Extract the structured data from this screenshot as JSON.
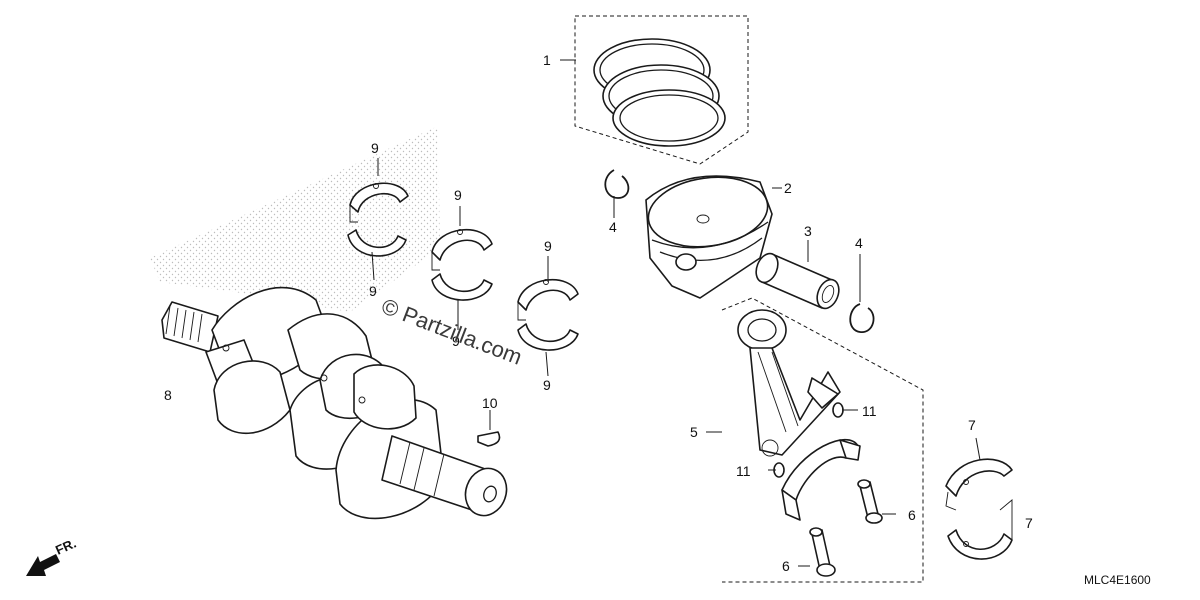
{
  "diagram": {
    "code": "MLC4E1600",
    "watermark": "© Partzilla.com",
    "direction_label": "FR.",
    "callouts": [
      {
        "id": "c1",
        "text": "1"
      },
      {
        "id": "c2",
        "text": "2"
      },
      {
        "id": "c3",
        "text": "3"
      },
      {
        "id": "c4a",
        "text": "4"
      },
      {
        "id": "c4b",
        "text": "4"
      },
      {
        "id": "c5",
        "text": "5"
      },
      {
        "id": "c6a",
        "text": "6"
      },
      {
        "id": "c6b",
        "text": "6"
      },
      {
        "id": "c7a",
        "text": "7"
      },
      {
        "id": "c7b",
        "text": "7"
      },
      {
        "id": "c8",
        "text": "8"
      },
      {
        "id": "c9a",
        "text": "9"
      },
      {
        "id": "c9b",
        "text": "9"
      },
      {
        "id": "c9c",
        "text": "9"
      },
      {
        "id": "c9d",
        "text": "9"
      },
      {
        "id": "c9e",
        "text": "9"
      },
      {
        "id": "c9f",
        "text": "9"
      },
      {
        "id": "c10",
        "text": "10"
      },
      {
        "id": "c11a",
        "text": "11"
      },
      {
        "id": "c11b",
        "text": "11"
      }
    ]
  }
}
